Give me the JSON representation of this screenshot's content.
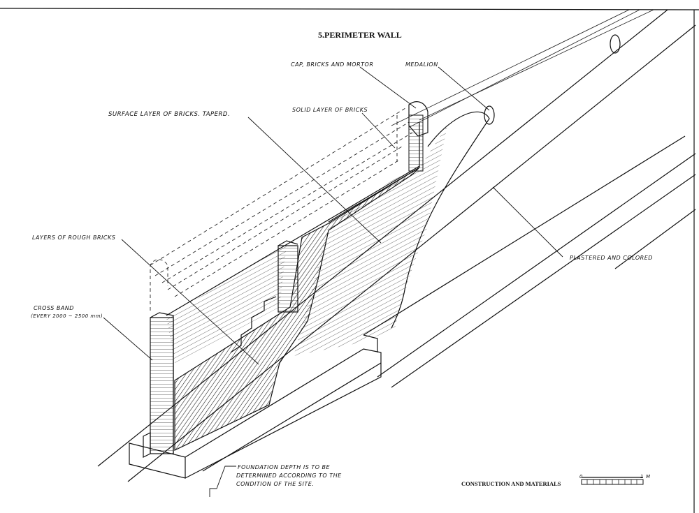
{
  "drawing": {
    "title": "5.PERIMETER WALL",
    "footer": "CONSTRUCTION AND MATERIALS",
    "scale": {
      "zero": "0",
      "one": "1",
      "unit": "M"
    }
  },
  "labels": {
    "cap": "CAP, BRICKS AND MORTOR",
    "medalion": "MEDALION",
    "surface": "SURFACE LAYER OF BRICKS. TAPERD.",
    "solid": "SOLID LAYER OF BRICKS",
    "rough": "LAYERS OF ROUGH BRICKS",
    "cross_band_1": "CROSS BAND",
    "cross_band_2": "(EVERY 2000 ~ 2500 mm)",
    "plastered": "PLASTERED AND COLORED",
    "foundation_1": "FOUNDATION DEPTH IS TO BE",
    "foundation_2": "DETERMINED ACCORDING TO THE",
    "foundation_3": "CONDITION OF THE SITE."
  }
}
